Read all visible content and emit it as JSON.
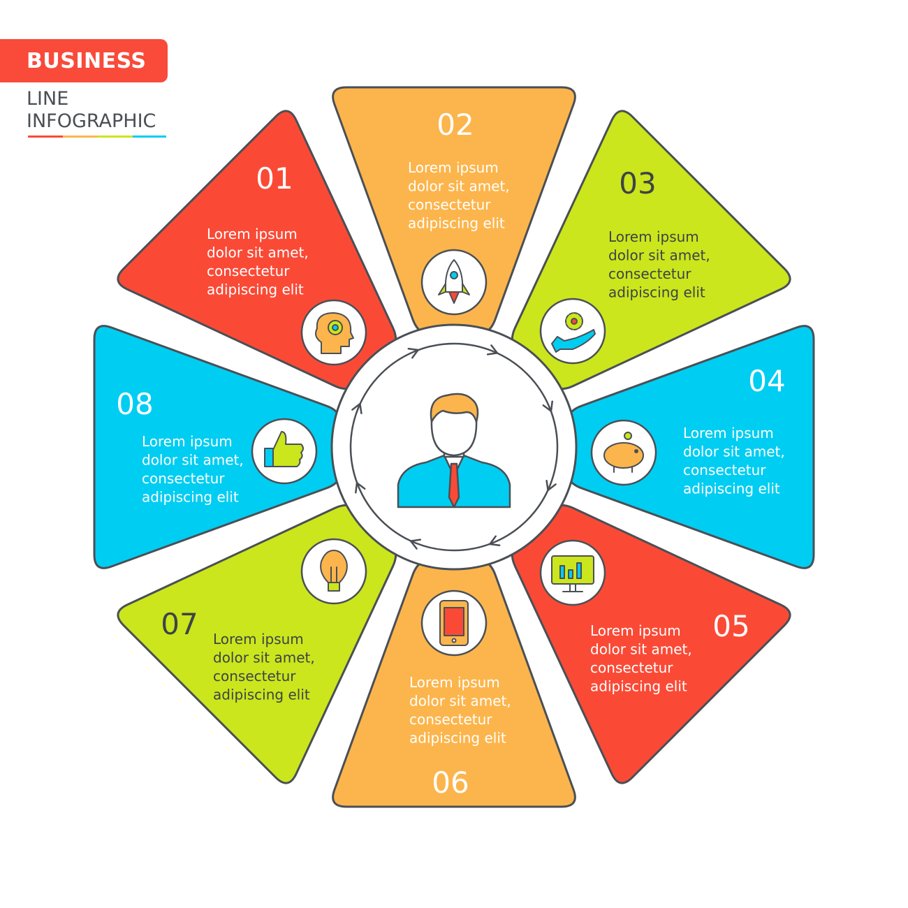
{
  "header": {
    "badge": "BUSINESS",
    "line1": "LINE",
    "line2": "INFOGRAPHIC"
  },
  "colors": {
    "red": "#fa4a36",
    "orange": "#fcb54c",
    "green": "#cbe61c",
    "blue": "#00cdf2",
    "outline": "#4a4f55",
    "dark_text": "#3d4347",
    "white": "#ffffff"
  },
  "segments": [
    {
      "number": "01",
      "text": [
        "Lorem ipsum",
        "dolor sit amet,",
        "consectetur",
        "adipiscing elit"
      ],
      "color": "red",
      "number_color": "white",
      "icon": "head-gear-icon"
    },
    {
      "number": "02",
      "text": [
        "Lorem ipsum",
        "dolor sit amet,",
        "consectetur",
        "adipiscing elit"
      ],
      "color": "orange",
      "number_color": "white",
      "icon": "rocket-icon"
    },
    {
      "number": "03",
      "text": [
        "Lorem ipsum",
        "dolor sit amet,",
        "consectetur",
        "adipiscing elit"
      ],
      "color": "green",
      "number_color": "dark",
      "icon": "hand-gear-icon"
    },
    {
      "number": "04",
      "text": [
        "Lorem ipsum",
        "dolor sit amet,",
        "consectetur",
        "adipiscing elit"
      ],
      "color": "blue",
      "number_color": "white",
      "icon": "piggy-bank-icon"
    },
    {
      "number": "05",
      "text": [
        "Lorem ipsum",
        "dolor sit amet,",
        "consectetur",
        "adipiscing elit"
      ],
      "color": "red",
      "number_color": "white",
      "icon": "monitor-chart-icon"
    },
    {
      "number": "06",
      "text": [
        "Lorem ipsum",
        "dolor sit amet,",
        "consectetur",
        "adipiscing elit"
      ],
      "color": "orange",
      "number_color": "white",
      "icon": "tablet-icon"
    },
    {
      "number": "07",
      "text": [
        "Lorem ipsum",
        "dolor sit amet,",
        "consectetur",
        "adipiscing elit"
      ],
      "color": "green",
      "number_color": "dark",
      "icon": "lightbulb-icon"
    },
    {
      "number": "08",
      "text": [
        "Lorem ipsum",
        "dolor sit amet,",
        "consectetur",
        "adipiscing elit"
      ],
      "color": "blue",
      "number_color": "white",
      "icon": "thumbs-up-icon"
    }
  ],
  "center": {
    "icon": "businessman-icon",
    "cycle": "circular-arrows-icon"
  }
}
